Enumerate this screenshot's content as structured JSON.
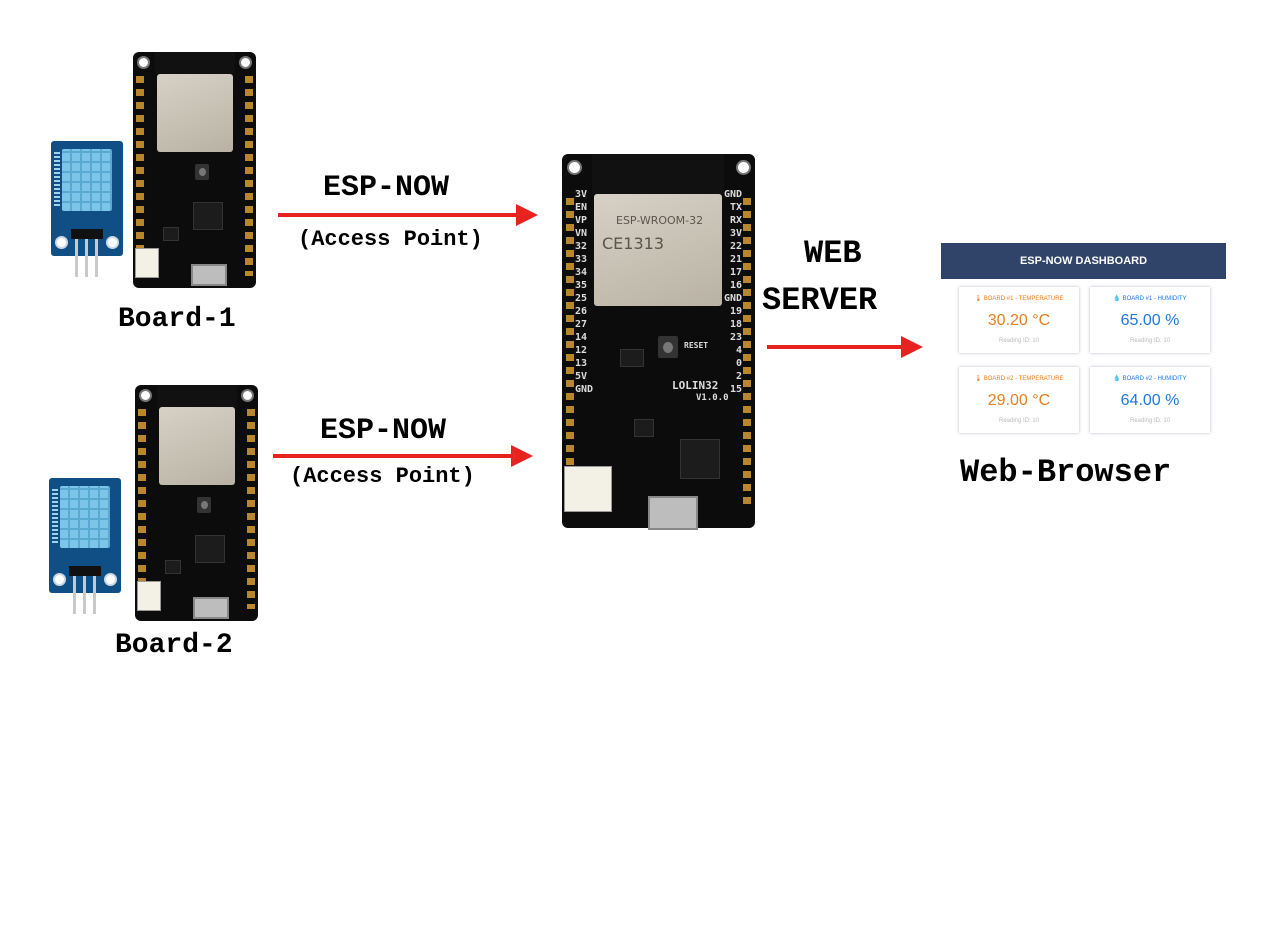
{
  "board1": {
    "label": "Board-1"
  },
  "board2": {
    "label": "Board-2"
  },
  "link1": {
    "protocol": "ESP-NOW",
    "mode": "(Access Point)"
  },
  "link2": {
    "protocol": "ESP-NOW",
    "mode": "(Access Point)"
  },
  "server": {
    "line1": "WEB",
    "line2": "SERVER"
  },
  "receiver_board": {
    "module_label": "ESP-WROOM-32",
    "ce_mark": "CE1313",
    "reset_label": "RESET",
    "model": "LOLIN32",
    "version": "V1.0.0",
    "left_pins": [
      "3V",
      "EN",
      "VP",
      "VN",
      "32",
      "33",
      "34",
      "35",
      "25",
      "26",
      "27",
      "14",
      "12",
      "13",
      "5V",
      "GND"
    ],
    "right_pins": [
      "GND",
      "TX",
      "RX",
      "3V",
      "22",
      "21",
      "17",
      "16",
      "GND",
      "19",
      "18",
      "23",
      "4",
      "0",
      "2",
      "15"
    ],
    "colors": {
      "pcb": "#0c0c0c",
      "module": "#c9c2b4",
      "pins": "#b8862b"
    }
  },
  "dashboard": {
    "title": "ESP-NOW DASHBOARD",
    "cards": [
      {
        "title": "BOARD #1 - TEMPERATURE",
        "value": "30.20 °C",
        "reading": "Reading ID: 10",
        "kind": "temp"
      },
      {
        "title": "BOARD #1 - HUMIDITY",
        "value": "65.00 %",
        "reading": "Reading ID: 10",
        "kind": "hum"
      },
      {
        "title": "BOARD #2 - TEMPERATURE",
        "value": "29.00 °C",
        "reading": "Reading ID: 10",
        "kind": "temp"
      },
      {
        "title": "BOARD #2 - HUMIDITY",
        "value": "64.00 %",
        "reading": "Reading ID: 10",
        "kind": "hum"
      }
    ],
    "colors": {
      "header": "#2f4468",
      "temperature": "#e67e22",
      "humidity": "#1b78e2"
    }
  },
  "browser": {
    "label": "Web-Browser"
  },
  "arrow_color": "#e8231f"
}
